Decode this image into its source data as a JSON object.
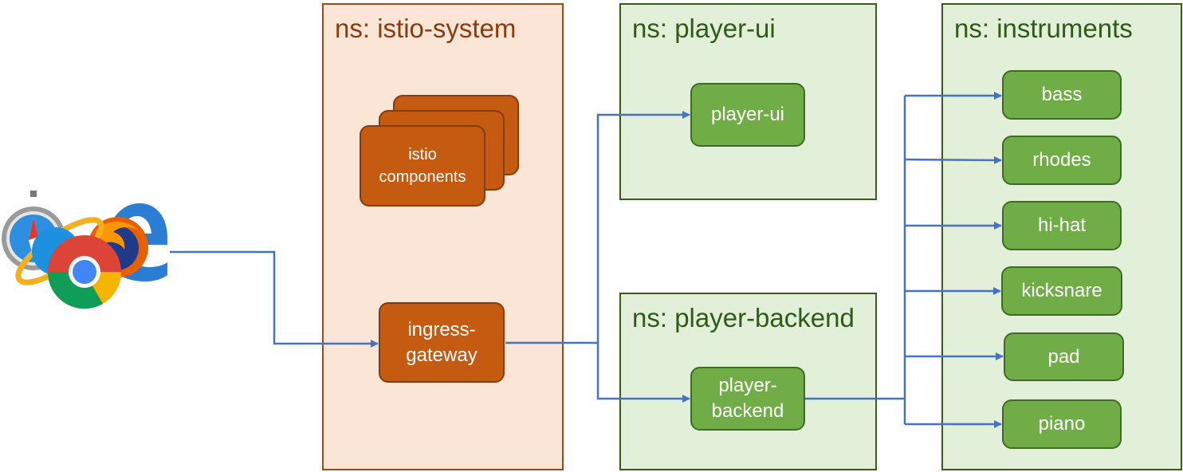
{
  "namespaces": {
    "istio_system": "ns: istio-system",
    "player_ui": "ns: player-ui",
    "player_backend": "ns: player-backend",
    "instruments": "ns: instruments"
  },
  "components": {
    "istio_components": "istio\ncomponents",
    "ingress_gateway": "ingress-\ngateway",
    "player_ui": "player-ui",
    "player_backend": "player-\nbackend"
  },
  "instruments": [
    "bass",
    "rhodes",
    "hi-hat",
    "kicksnare",
    "pad",
    "piano"
  ],
  "icons": [
    "safari-icon",
    "internet-explorer-icon",
    "edge-icon",
    "firefox-icon",
    "chrome-icon"
  ],
  "colors": {
    "orange_ns_fill": "#fbe5d6",
    "orange_box": "#c55a11",
    "green_ns_fill": "#e2f0d9",
    "green_box": "#70ad47",
    "arrow": "#4472c4"
  }
}
